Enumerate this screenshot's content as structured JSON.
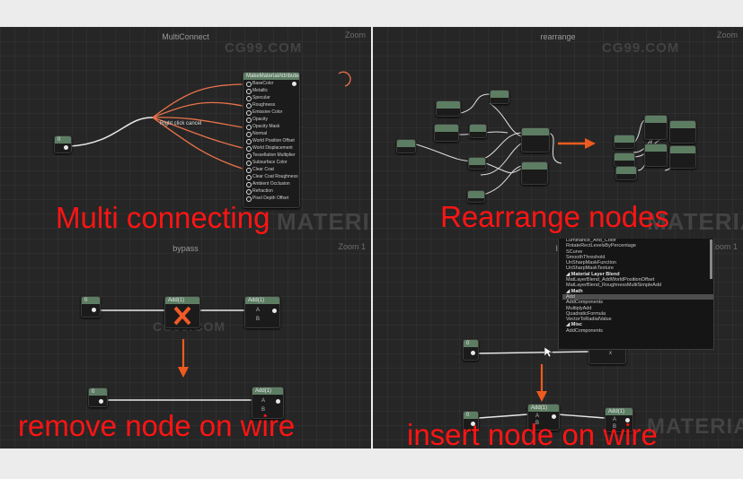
{
  "panels": {
    "multiconnect": {
      "title": "MultiConnect",
      "zoom": "Zoom",
      "caption": "Multi connecting",
      "watermark_top": "CG99.COM",
      "watermark_right": "MATERIAL",
      "source_node": "0",
      "menu_hint": "Right click cancel",
      "target_node_title": "MakeMaterialAttributes",
      "target_pins": [
        "BaseColor",
        "Metallic",
        "Specular",
        "Roughness",
        "Emissive Color",
        "Opacity",
        "Opacity Mask",
        "Normal",
        "World Position Offset",
        "World Displacement",
        "Tessellation Multiplier",
        "Subsurface Color",
        "Clear Coat",
        "Clear Coat Roughness",
        "Ambient Occlusion",
        "Refraction",
        "Pixel Depth Offset"
      ]
    },
    "rearrange": {
      "title": "rearrange",
      "zoom": "Zoom",
      "caption": "Rearrange nodes",
      "watermark_top": "CG99.COM",
      "watermark_right": "MATERIAL"
    },
    "bypass": {
      "title": "bypass",
      "zoom": "Zoom 1",
      "caption": "remove node on wire",
      "watermark_mid": "CG99.COM",
      "const_node": "0",
      "add_node": "Add(1)",
      "add_node_right": "Add(1)",
      "pin_a": "A",
      "pin_b": "B",
      "const_node_after": "0",
      "add_node_after": "Add(1)"
    },
    "insert": {
      "title": "II",
      "zoom": "Zoom 1",
      "caption": "insert node on wire",
      "watermark_right": "MATERIAL",
      "const_node": "0",
      "partial_pin": "x",
      "add_node": "Add(1)",
      "add_node_right": "Add(1)",
      "pin_a": "A",
      "pin_b": "B",
      "menu_items": [
        {
          "text": "Luminance_And_Color",
          "kind": "item"
        },
        {
          "text": "RotateRectLevelsByPercentage",
          "kind": "item"
        },
        {
          "text": "SCurve",
          "kind": "item"
        },
        {
          "text": "SmoothThreshold",
          "kind": "item"
        },
        {
          "text": "UnSharpMaskFunction",
          "kind": "item"
        },
        {
          "text": "UnSharpMaskTexture",
          "kind": "item"
        },
        {
          "text": "◢ Material Layer Blend",
          "kind": "sec"
        },
        {
          "text": "MatLayerBlend_AddWorldPositionOffset",
          "kind": "item"
        },
        {
          "text": "MatLayerBlend_RoughnessMultiSimpleAdd",
          "kind": "item"
        },
        {
          "text": "◢ Math",
          "kind": "sec"
        },
        {
          "text": "Add",
          "kind": "sel"
        },
        {
          "text": "AddComponents",
          "kind": "item"
        },
        {
          "text": "MultiplyAdd",
          "kind": "item"
        },
        {
          "text": "QuadraticFormula",
          "kind": "item"
        },
        {
          "text": "VectorToRadialValue",
          "kind": "item"
        },
        {
          "text": "◢ Misc",
          "kind": "sec"
        },
        {
          "text": "AddComponents",
          "kind": "item"
        }
      ]
    }
  },
  "colors": {
    "caption": "#ff1414",
    "arrow": "#ef5a1e",
    "node_header": "#5d7d63",
    "panel_bg": "#262626"
  }
}
